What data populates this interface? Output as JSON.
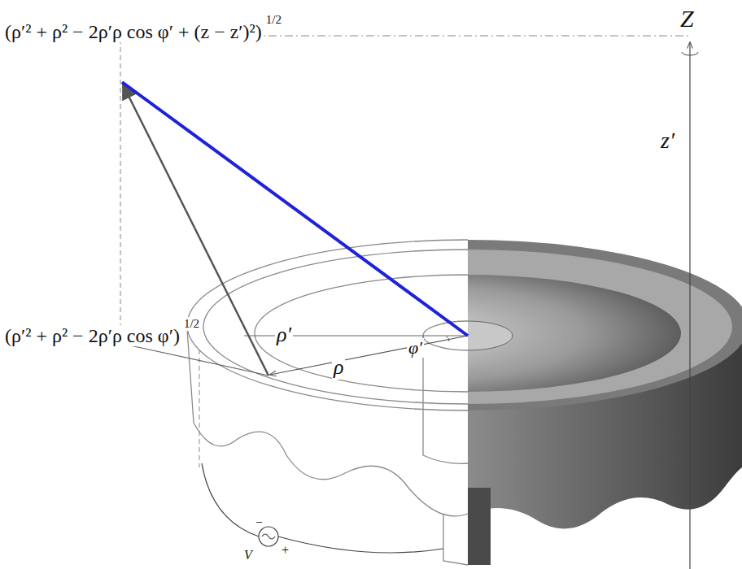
{
  "diagram": {
    "labels": [
      "(ρ′² + ρ² − 2ρ′ρ cos φ′ + (z − z′)²)",
      "1/2",
      "(ρ′² + ρ² − 2ρ′ρ cos φ′)",
      "1/2",
      "Z",
      "z′",
      "ρ′",
      "φ′",
      "ρ",
      "V",
      "−",
      "+"
    ]
  }
}
